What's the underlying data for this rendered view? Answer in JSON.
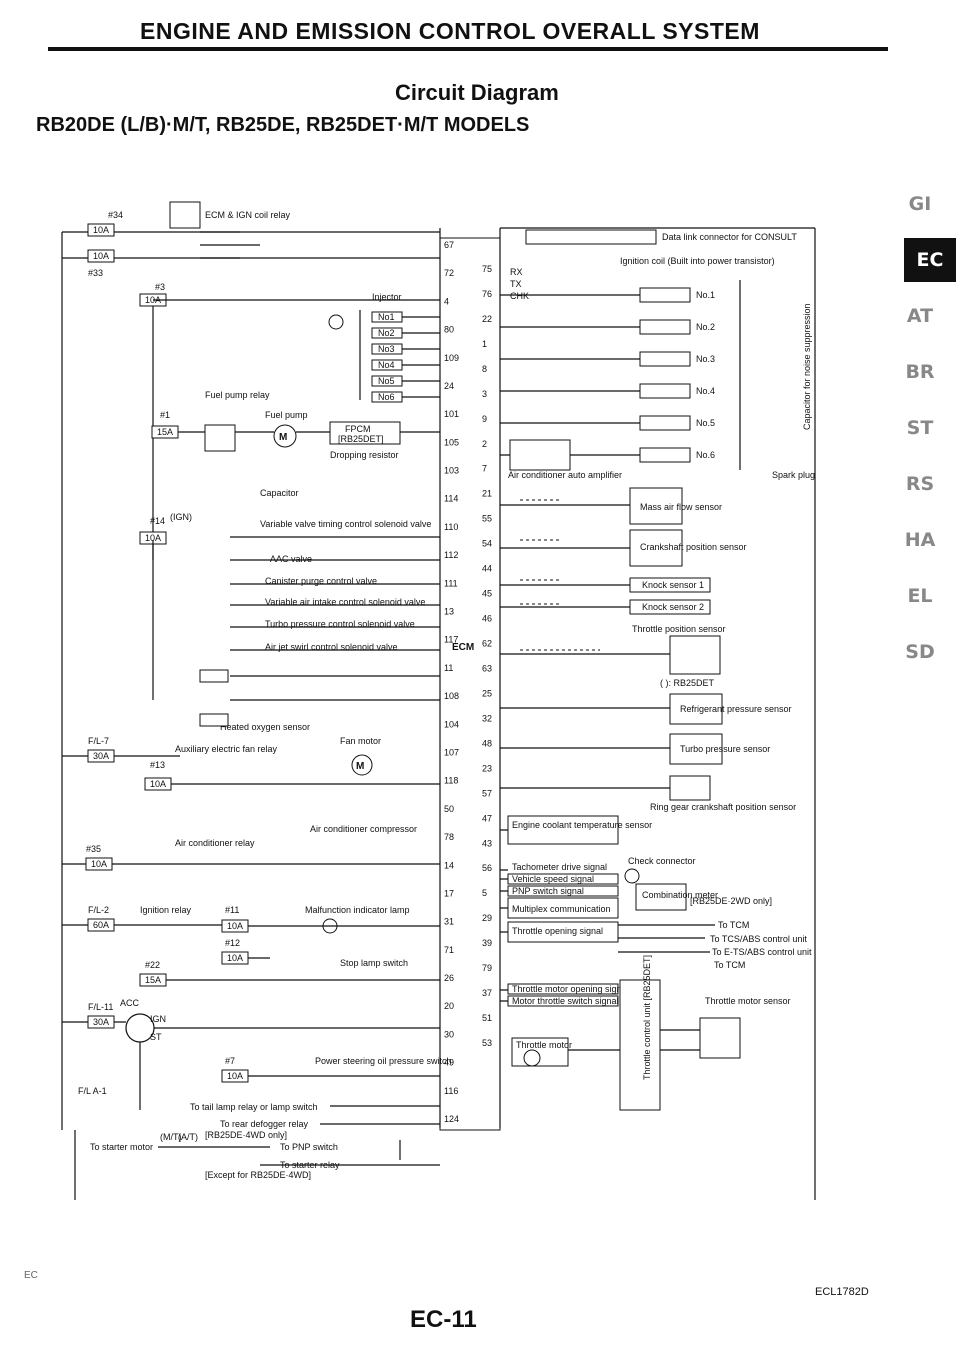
{
  "header": {
    "title": "ENGINE AND EMISSION CONTROL OVERALL SYSTEM"
  },
  "subtitle": {
    "line1": "Circuit Diagram",
    "line2": "RB20DE (L/B)·M/T, RB25DE, RB25DET·M/T MODELS"
  },
  "side_tabs": [
    {
      "label": "GI",
      "active": false
    },
    {
      "label": "EC",
      "active": true
    },
    {
      "label": "AT",
      "active": false
    },
    {
      "label": "BR",
      "active": false
    },
    {
      "label": "ST",
      "active": false
    },
    {
      "label": "RS",
      "active": false
    },
    {
      "label": "HA",
      "active": false
    },
    {
      "label": "EL",
      "active": false
    },
    {
      "label": "SD",
      "active": false
    }
  ],
  "left": {
    "fuse34": "#34",
    "fuse33": "#33",
    "f10a": "10A",
    "ecm_relay": "ECM & IGN coil relay",
    "fuse3": "#3",
    "injector": "Injector",
    "inj": [
      "No1",
      "No2",
      "No3",
      "No4",
      "No5",
      "No6"
    ],
    "fuelpump_relay": "Fuel pump relay",
    "fuse1": "#1",
    "f15a": "15A",
    "fuel_pump": "Fuel pump",
    "fpcm": "FPCM",
    "rb25det": "[RB25DET]",
    "dropping": "Dropping resistor",
    "capacitor": "Capacitor",
    "fuse14": "#14",
    "ign": "(IGN)",
    "vtc": "Variable valve timing control solenoid valve",
    "aac": "AAC valve",
    "canister": "Canister purge control valve",
    "vic": "Variable air intake control solenoid valve",
    "turbo": "Turbo pressure control solenoid valve",
    "airjet": "Air jet swirl control solenoid valve",
    "o2": "Heated oxygen sensor",
    "fl7": "F/L-7",
    "f30a": "30A",
    "fuse13": "#13",
    "aux_fan": "Auxiliary electric fan relay",
    "fan_motor": "Fan motor",
    "fuse35": "#35",
    "ac_relay": "Air conditioner relay",
    "ac_comp": "Air conditioner compressor",
    "fl2": "F/L-2",
    "f60a": "60A",
    "ign_relay": "Ignition relay",
    "fuse11": "#11",
    "fuse12": "#12",
    "mil": "Malfunction indicator lamp",
    "fuse22": "#22",
    "stop_sw": "Stop lamp switch",
    "fl11": "F/L-11",
    "acc": "ACC",
    "ign2": "IGN",
    "st": "ST",
    "fuse7": "#7",
    "ps_sw": "Power steering oil pressure switch",
    "fla1": "F/L A-1",
    "tail": "To tail lamp relay or lamp switch",
    "defog": "To rear defogger relay",
    "rb25de4wd": "[RB25DE·4WD only]",
    "starter_motor": "To starter motor",
    "pnp": "To PNP switch",
    "starter_relay": "To starter relay",
    "except": "[Except for RB25DE·4WD]",
    "mt": "(M/T)",
    "at": "(A/T)"
  },
  "ecm": {
    "label": "ECM",
    "pins_left": [
      "67",
      "72",
      "4",
      "80",
      "109",
      "24",
      "101",
      "105",
      "103",
      "114",
      "110",
      "112",
      "111",
      "13",
      "117",
      "11",
      "108",
      "104",
      "107",
      "118",
      "50",
      "78",
      "14",
      "17",
      "31",
      "71",
      "26",
      "20",
      "30",
      "49",
      "116",
      "124"
    ],
    "pins_right": [
      "75",
      "76",
      "22",
      "1",
      "8",
      "3",
      "9",
      "2",
      "7",
      "21",
      "55",
      "54",
      "44",
      "45",
      "46",
      "62",
      "63",
      "25",
      "32",
      "48",
      "23",
      "57",
      "47",
      "43",
      "56",
      "5",
      "29",
      "39",
      "79",
      "37",
      "51",
      "53"
    ]
  },
  "right": {
    "dlc": "Data link connector for CONSULT",
    "rx": "RX",
    "tx": "TX",
    "chk": "CHK",
    "ign_coil": "Ignition coil (Built into power transistor)",
    "coils": [
      "No.1",
      "No.2",
      "No.3",
      "No.4",
      "No.5",
      "No.6"
    ],
    "cap_noise": "Capacitor for noise suppression",
    "spark": "Spark plug",
    "ac_amp": "Air conditioner auto amplifier",
    "maf": "Mass air flow sensor",
    "crank": "Crankshaft position sensor",
    "knock1": "Knock sensor 1",
    "knock2": "Knock sensor 2",
    "tps": "Throttle position sensor",
    "rb25det_note": "( ): RB25DET",
    "refrig": "Refrigerant pressure sensor",
    "turbo_sensor": "Turbo pressure sensor",
    "ring_gear": "Ring gear crankshaft position sensor",
    "coolant": "Engine coolant temperature sensor",
    "check": "Check connector",
    "tacho": "Tachometer drive signal",
    "vss": "Vehicle speed signal",
    "pnp_sig": "PNP switch signal",
    "multiplex": "Multiplex communication",
    "throttle_sig": "Throttle opening signal",
    "combo": "Combination meter",
    "rb25de2wd": "[RB25DE·2WD only]",
    "to_tcm": "To TCM",
    "tcs": "To TCS/ABS control unit",
    "etsabs": "To E-TS/ABS control unit",
    "tcm2": "To TCM",
    "thr_open": "Throttle motor opening signal",
    "thr_sw": "Motor throttle switch signal",
    "thr_motor": "Throttle motor",
    "thr_ctrl": "Throttle control unit [RB25DET]",
    "thr_sensor": "Throttle motor sensor"
  },
  "footer": {
    "code": "ECL1782D",
    "page": "EC-11",
    "mark": "EC"
  }
}
